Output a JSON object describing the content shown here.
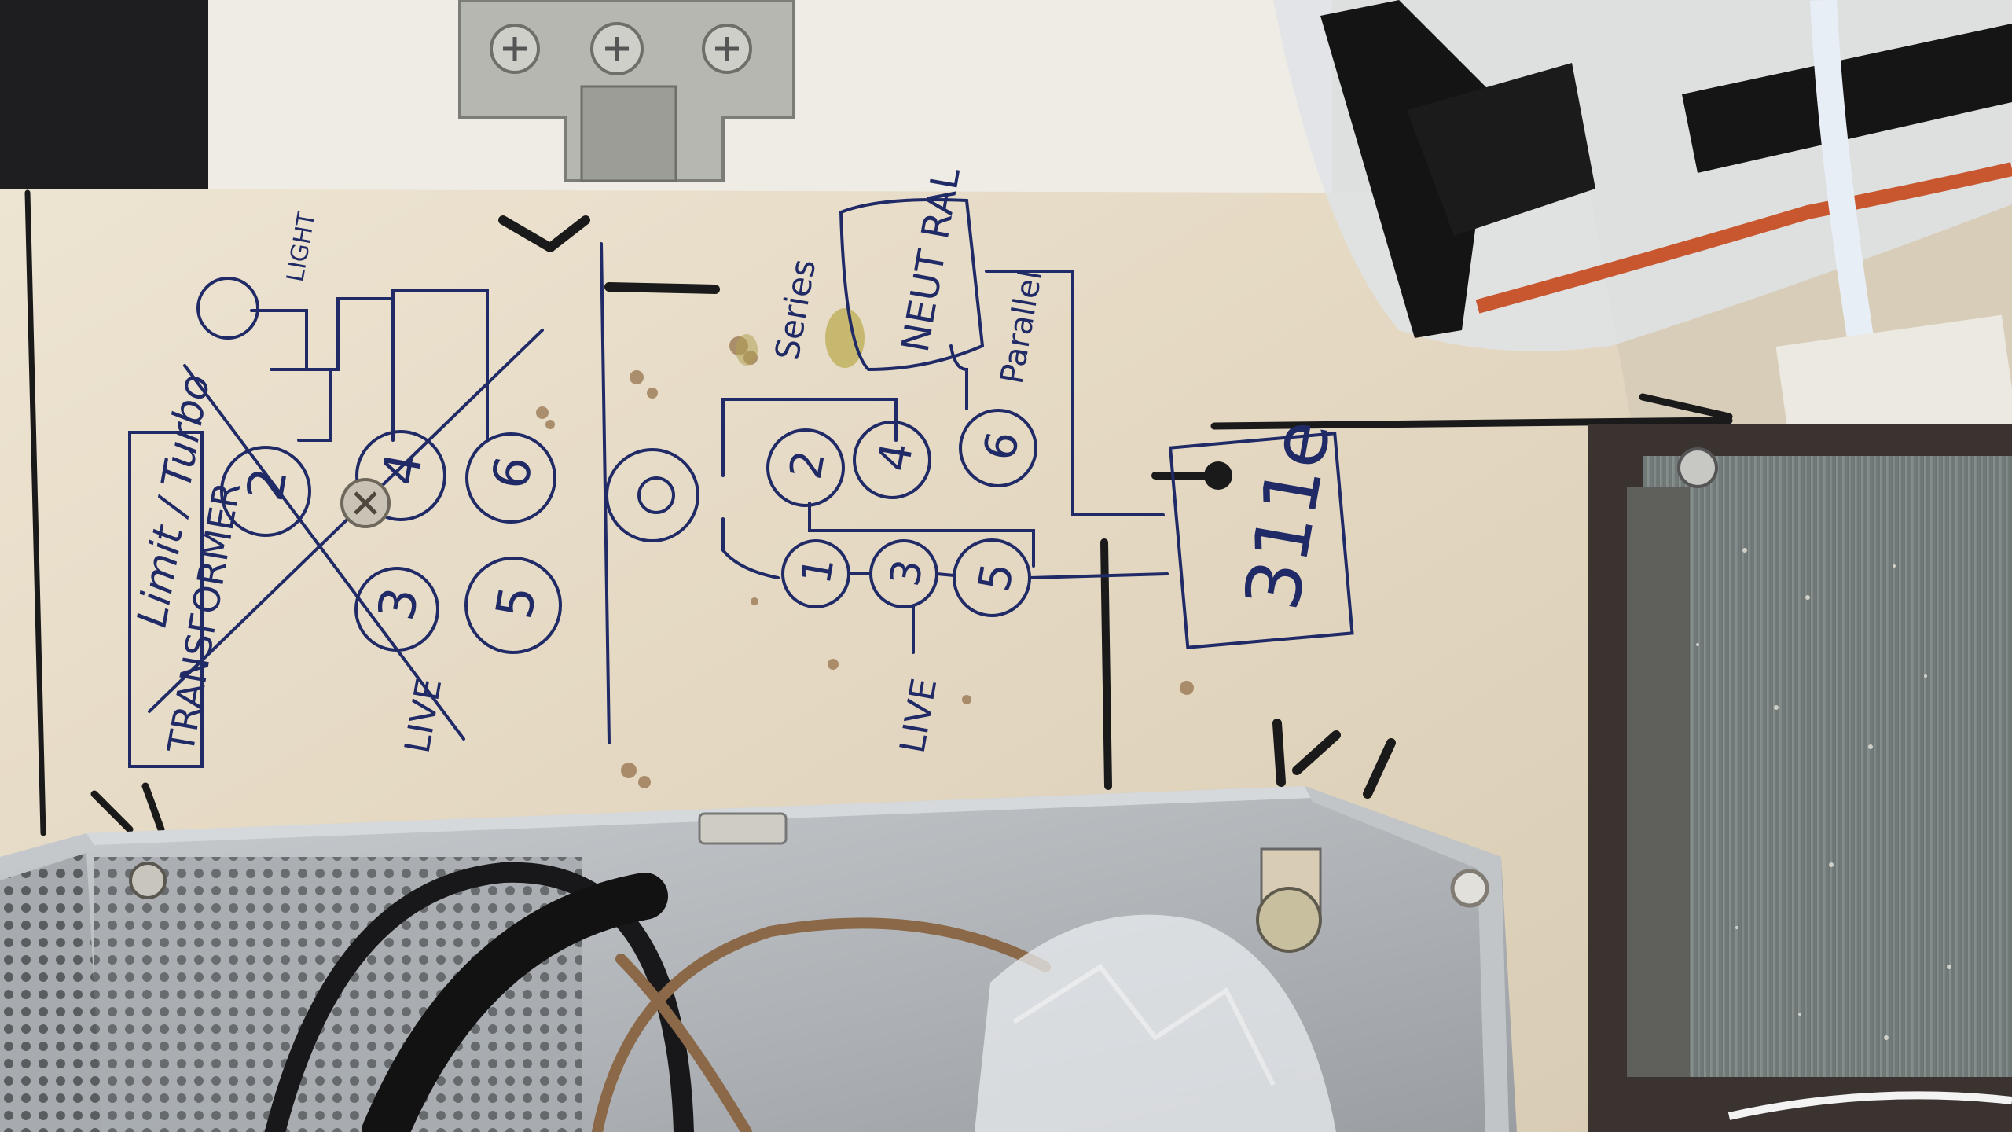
{
  "left_diagram": {
    "title": "Limit / Turbo",
    "box_label": "TRANSFORMER",
    "lamp_label": "LIGHT",
    "live_label": "LIVE",
    "terminals": [
      "2",
      "4",
      "6",
      "3",
      "5"
    ]
  },
  "right_diagram": {
    "series_label": "Series",
    "parallel_label": "Parallel",
    "neutral_label": "NEUT RAL",
    "live_label": "LIVE",
    "terminals": [
      "2",
      "4",
      "6",
      "1",
      "3",
      "5"
    ],
    "part_number": "311e"
  },
  "colors": {
    "plywood": "#e6dcc8",
    "ink": "#1f2a66",
    "marker": "#1a1a1a",
    "sheet_metal": "#b9bcbf",
    "transformer_core": "#7c8684"
  }
}
